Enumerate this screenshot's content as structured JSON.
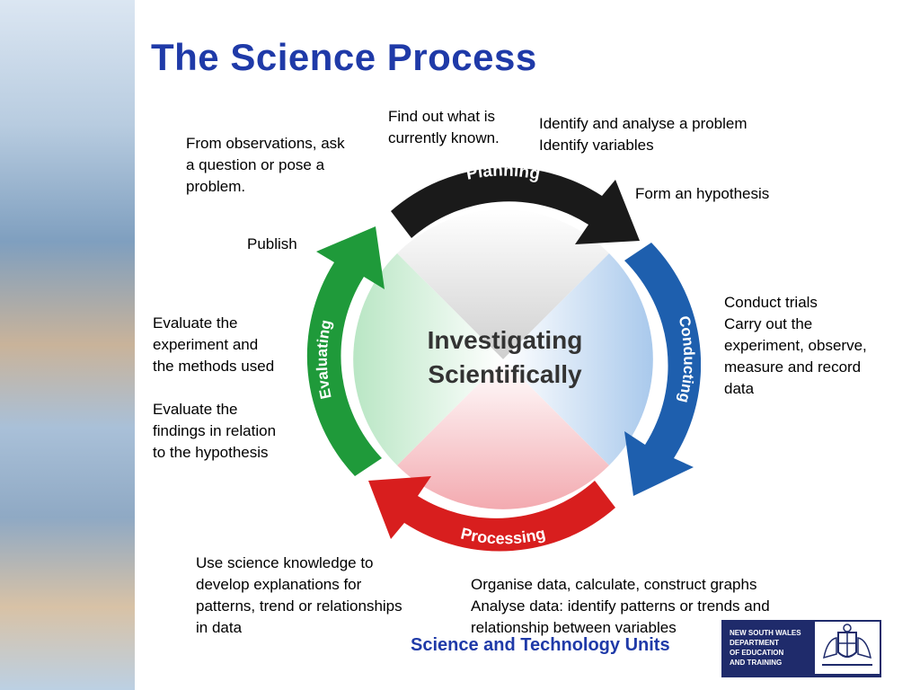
{
  "title": "The Science Process",
  "center_label": [
    "Investigating",
    "Scientifically"
  ],
  "arcs": {
    "planning": "Planning",
    "conducting": "Conducting",
    "processing": "Processing",
    "evaluating": "Evaluating"
  },
  "annotations": {
    "find_out": "Find out what is\ncurrently known.",
    "identify": "Identify and analyse a problem\nIdentify variables",
    "observations": " From  observations, ask\na question or pose a\nproblem.",
    "hypothesis": "Form an hypothesis",
    "publish": "Publish",
    "conduct": "Conduct  trials\nCarry out the\nexperiment, observe,\nmeasure and record\ndata",
    "evaluate_methods": "Evaluate the\nexperiment and\nthe methods used",
    "evaluate_findings": "Evaluate the\nfindings in relation\nto the hypothesis",
    "use_knowledge": "Use science knowledge to\ndevelop explanations for\npatterns, trend or relationships\nin data",
    "organise": "Organise data, calculate, construct graphs\n Analyse data: identify patterns or trends and\nrelationship between variables"
  },
  "footer": "Science and Technology Units",
  "logo_text": "NEW SOUTH WALES\nDEPARTMENT\nOF EDUCATION\nAND TRAINING",
  "colors": {
    "title": "#1f3aa8",
    "planning": "#1a1a1a",
    "conducting": "#1e5fae",
    "processing": "#d81e1e",
    "evaluating": "#1f9a3a"
  }
}
